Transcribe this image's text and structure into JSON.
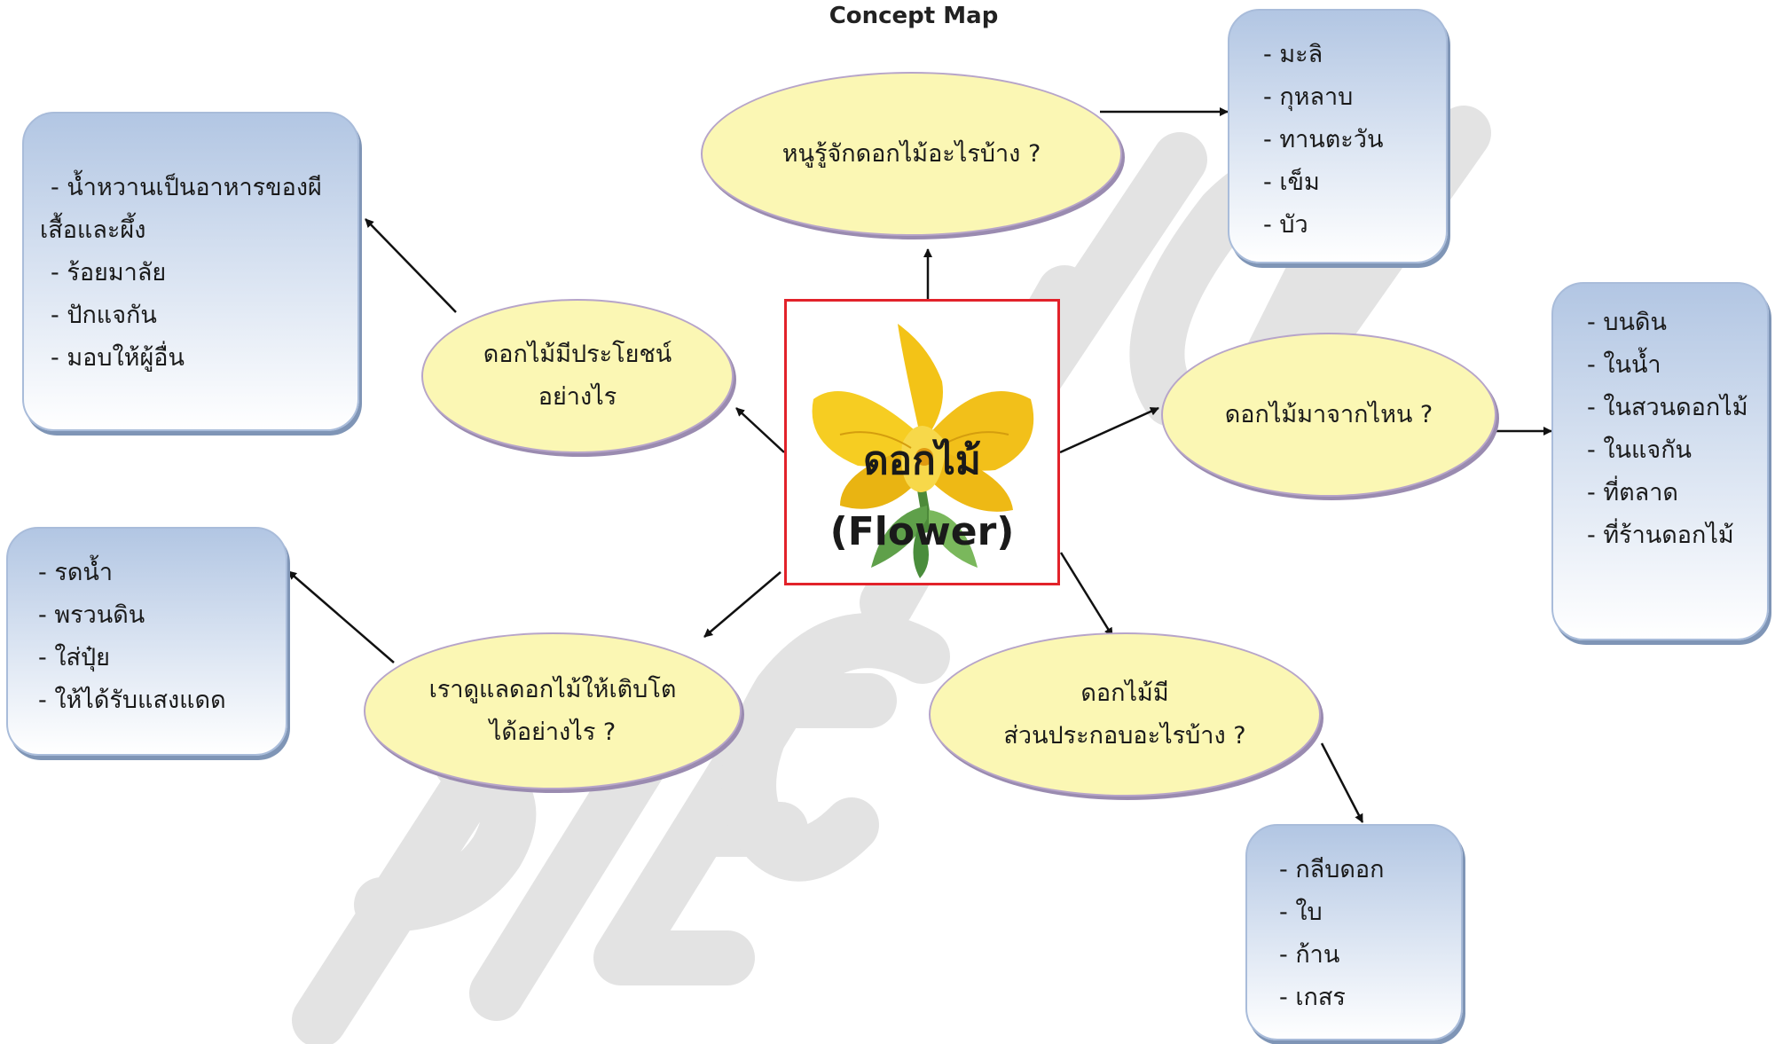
{
  "title": "Concept Map",
  "center": {
    "label_th": "ดอกไม้",
    "label_en": "(Flower)"
  },
  "questions": {
    "know": "หนูรู้จักดอกไม้อะไรบ้าง ?",
    "benefit": "ดอกไม้มีประโยชน์\nอย่างไร",
    "origin": "ดอกไม้มาจากไหน ?",
    "care": "เราดูแลดอกไม้ให้เติบโต\nได้อย่างไร ?",
    "parts": "ดอกไม้มี\nส่วนประกอบอะไรบ้าง ?"
  },
  "answers": {
    "know": [
      "- มะลิ",
      "- กุหลาบ",
      "- ทานตะวัน",
      "- เข็ม",
      "- บัว"
    ],
    "benefit": [
      " - น้ำหวานเป็นอาหารของผี",
      "เสื้อและผึ้ง",
      " - ร้อยมาลัย",
      " - ปักแจกัน",
      " - มอบให้ผู้อื่น"
    ],
    "origin": [
      "- บนดิน",
      "- ในน้ำ",
      "- ในสวนดอกไม้",
      "- ในแจกัน",
      "- ที่ตลาด",
      "- ที่ร้านดอกไม้"
    ],
    "care": [
      "- รดน้ำ",
      "- พรวนดิน",
      "- ใส่ปุ๋ย",
      "- ให้ได้รับแสงแดด"
    ],
    "parts": [
      "- กลีบดอก",
      "- ใบ",
      "- ก้าน",
      "- เกสร"
    ]
  },
  "colors": {
    "oval_fill": "#fbf7b4",
    "oval_border": "#b7a5c9",
    "box_top": "#b2c6e3",
    "center_border": "#e2222a",
    "watermark": "#d9d9d9"
  }
}
